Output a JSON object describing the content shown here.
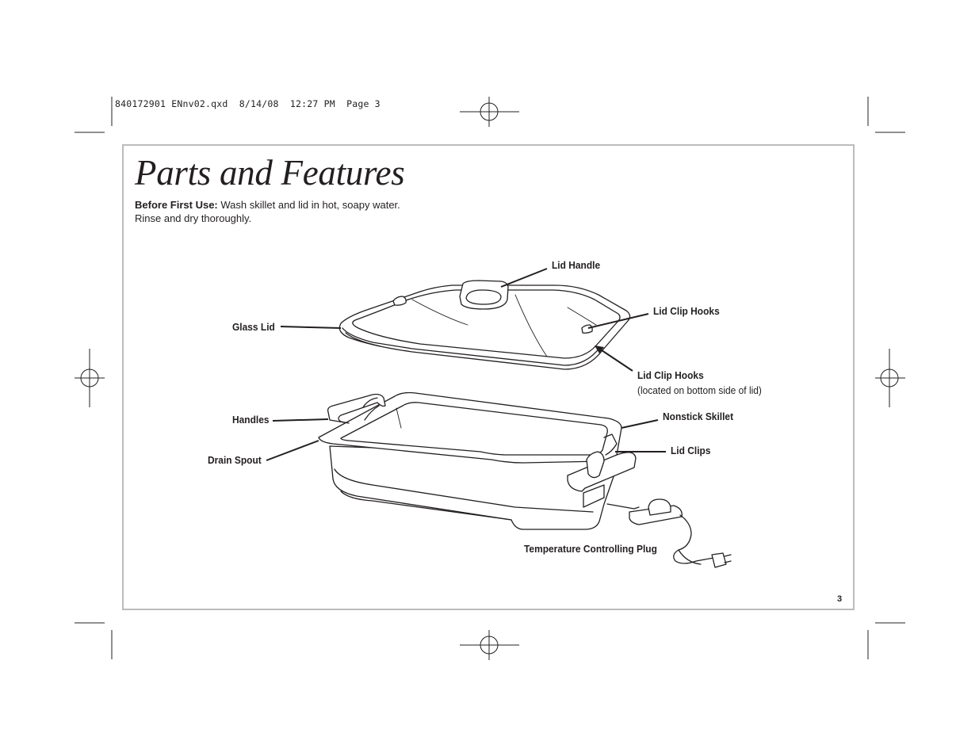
{
  "slug_line": "840172901 ENnv02.qxd  8/14/08  12:27 PM  Page 3",
  "title": "Parts and Features",
  "intro": {
    "bold": "Before First Use:",
    "text_line1": " Wash skillet and lid in hot, soapy water.",
    "text_line2": "Rinse and dry thoroughly."
  },
  "labels": {
    "lid_handle": "Lid Handle",
    "lid_clip_hooks_top": "Lid Clip Hooks",
    "glass_lid": "Glass Lid",
    "lid_clip_hooks_bottom": "Lid Clip Hooks",
    "lid_clip_hooks_note": "(located on bottom side of lid)",
    "handles": "Handles",
    "nonstick_skillet": "Nonstick Skillet",
    "drain_spout": "Drain Spout",
    "lid_clips": "Lid Clips",
    "temperature_plug": "Temperature Controlling Plug"
  },
  "page_number": "3"
}
